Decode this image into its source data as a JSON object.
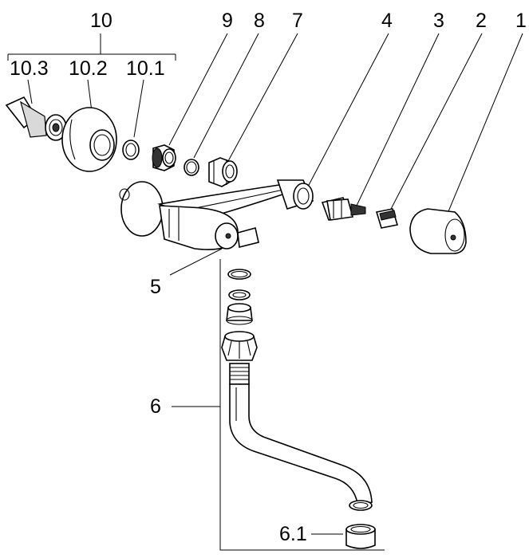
{
  "labels": {
    "l10": "10",
    "l10_3": "10.3",
    "l10_2": "10.2",
    "l10_1": "10.1",
    "l9": "9",
    "l8": "8",
    "l7": "7",
    "l4": "4",
    "l3": "3",
    "l2": "2",
    "l1": "1",
    "l5": "5",
    "l6": "6",
    "l6_1": "6.1"
  }
}
